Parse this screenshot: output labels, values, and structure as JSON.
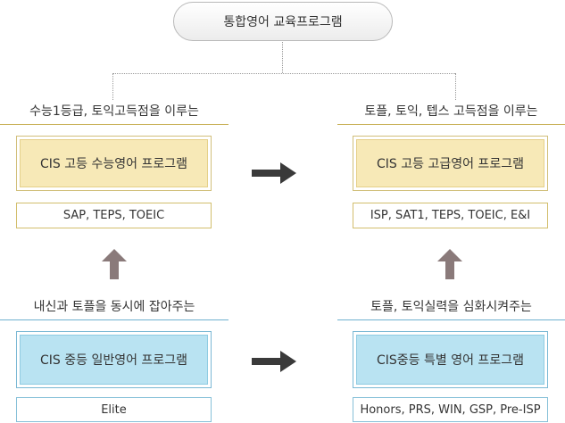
{
  "title": "통합영어 교육프로그램",
  "top_left": {
    "heading": "수능1등급, 토익고득점을 이루는",
    "program": "CIS 고등 수능영어 프로그램",
    "sub": "SAP, TEPS, TOEIC"
  },
  "top_right": {
    "heading": "토플, 토익, 텝스 고득점을 이루는",
    "program": "CIS 고등 고급영어 프로그램",
    "sub": "ISP, SAT1, TEPS, TOEIC, E&I"
  },
  "bottom_left": {
    "heading": "내신과 토플을 동시에 잡아주는",
    "program": "CIS 중등 일반영어 프로그램",
    "sub": "Elite"
  },
  "bottom_right": {
    "heading": "토플, 토익실력을 심화시켜주는",
    "program": "CIS중등 특별 영어 프로그램",
    "sub": "Honors, PRS, WIN, GSP, Pre-ISP"
  },
  "colors": {
    "high_fill": "#f7e9b7",
    "middle_fill": "#b9e3f2",
    "arrow_dark": "#3a3a3a",
    "arrow_up": "#8a7a7a"
  },
  "icons": {
    "right_arrow": "arrow-right-icon",
    "up_arrow": "arrow-up-icon"
  }
}
